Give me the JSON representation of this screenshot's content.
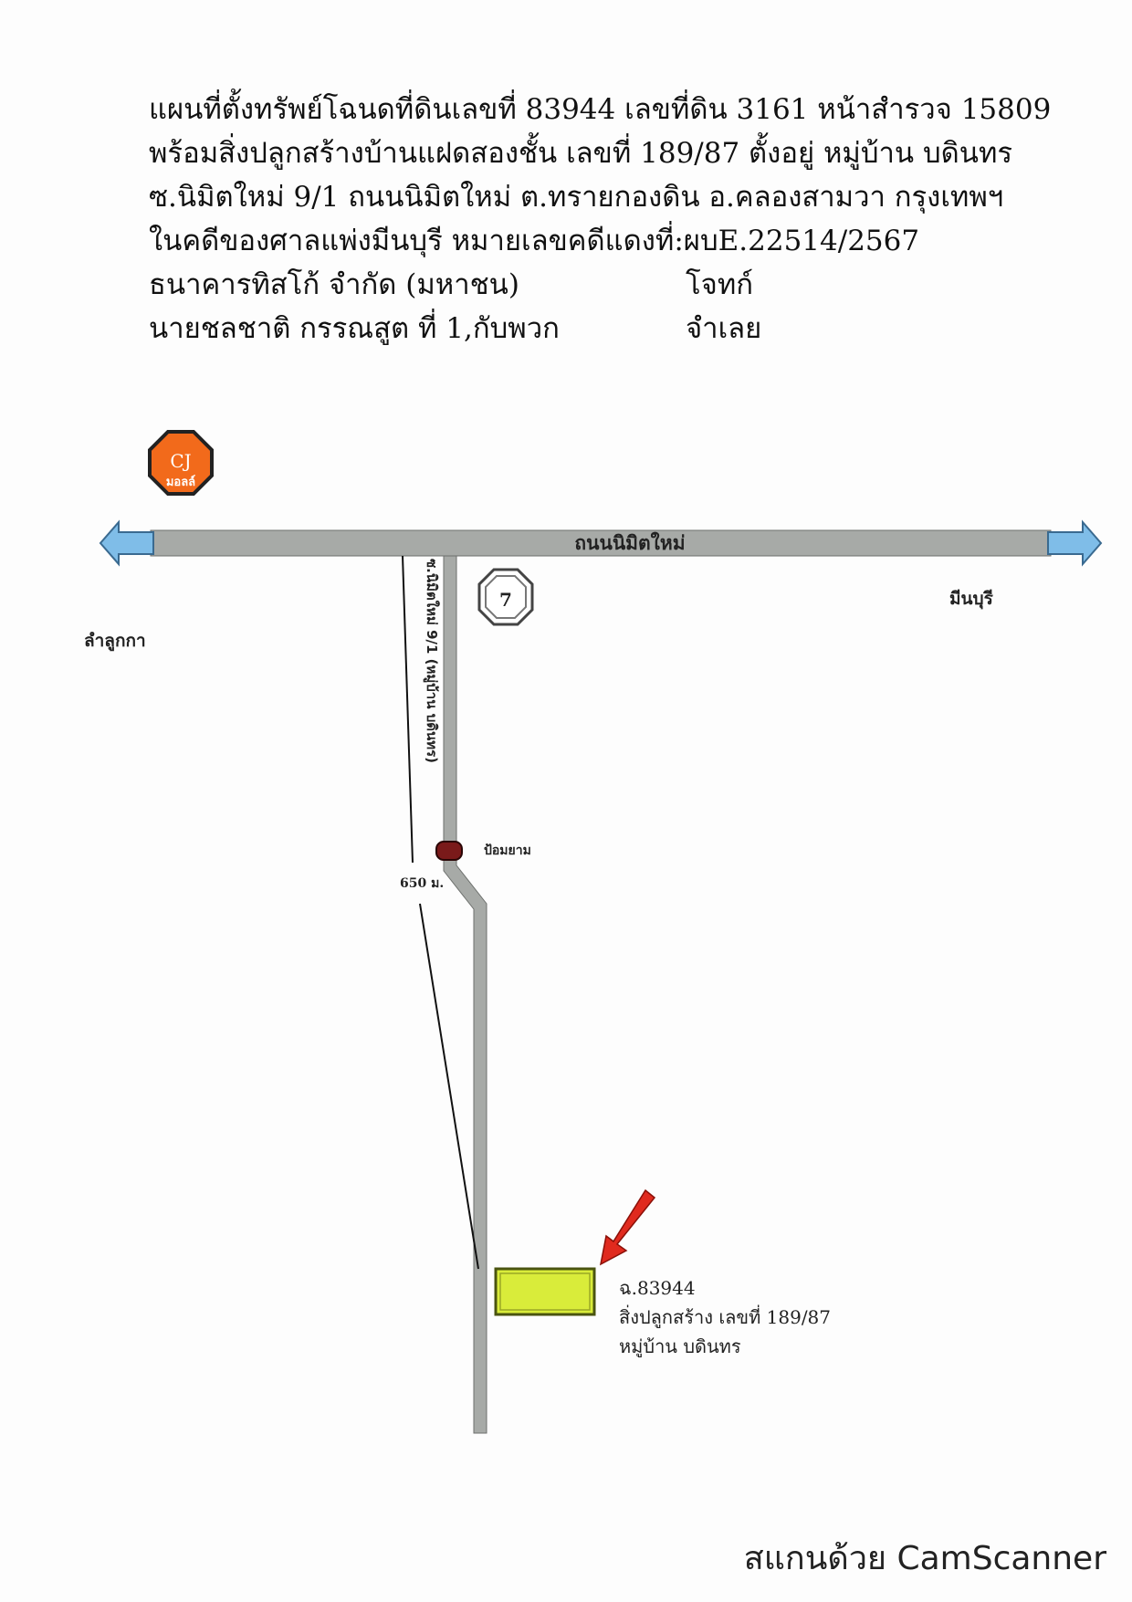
{
  "header": {
    "lines": [
      "แผนที่ตั้งทรัพย์โฉนดที่ดินเลขที่ 83944  เลขที่ดิน 3161 หน้าสำรวจ 15809",
      "พร้อมสิ่งปลูกสร้างบ้านแฝดสองชั้น เลขที่ 189/87 ตั้งอยู่ หมู่บ้าน บดินทร",
      "ซ.นิมิตใหม่ 9/1 ถนนนิมิตใหม่ ต.ทรายกองดิน อ.คลองสามวา กรุงเทพฯ",
      "ในคดีของศาลแพ่งมีนบุรี  หมายเลขคดีแดงที่:ผบE.22514/2567"
    ],
    "plaintiff_name": "ธนาคารทิสโก้ จำกัด (มหาชน)",
    "plaintiff_role": "โจทก์",
    "defendant_name": "นายชลชาติ กรรณสูต ที่ 1,กับพวก",
    "defendant_role": "จำเลย"
  },
  "map": {
    "main_road": "ถนนนิมิตใหม่",
    "left_direction": "ลำลูกกา",
    "right_direction": "มีนบุรี",
    "soi_label": "ซ.นิมิตใหม่ 9/1 (หมู่บ้าน บดินทร)",
    "distance": "650 ม.",
    "guard_post": "ป้อมยาม",
    "cj_logo_top": "CJ",
    "cj_logo_bottom": "มอลล์",
    "seven_logo": "7",
    "property_lines": [
      "ฉ.83944",
      "สิ่งปลูกสร้าง เลขที่ 189/87",
      "หมู่บ้าน บดินทร"
    ],
    "colors": {
      "road": "#a7aaa7",
      "arrow": "#7fbde8",
      "cj": "#f26a1b",
      "property": "#d9ec3a",
      "pointer": "#e02a1e",
      "guard": "#7a1a1a"
    }
  },
  "footer": {
    "scanner": "สแกนด้วย CamScanner"
  }
}
